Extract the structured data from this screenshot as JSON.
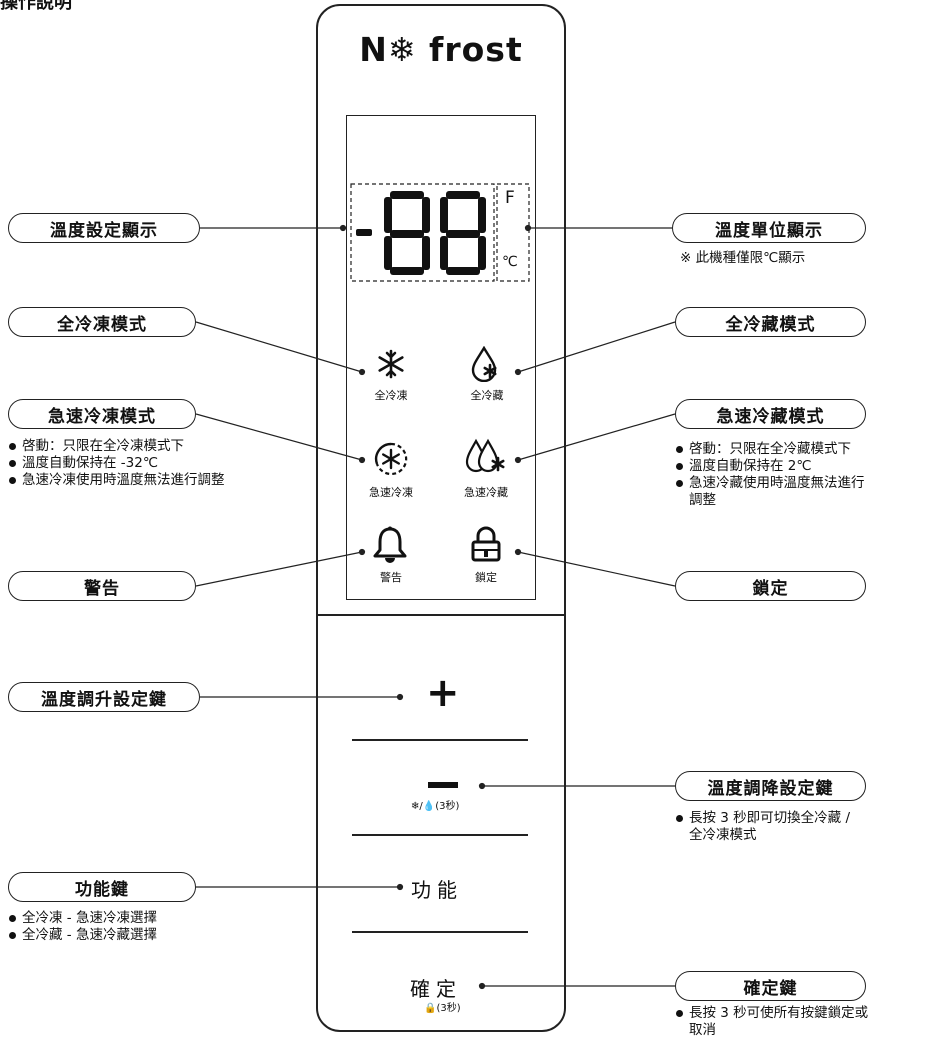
{
  "title": "操作說明",
  "brand": "N❄ frost",
  "display": {
    "digits": "-88",
    "unit_f": "F",
    "unit_c": "℃"
  },
  "icons": {
    "full_freeze": {
      "label": "全冷凍",
      "icon": "snowflake-icon"
    },
    "full_fridge": {
      "label": "全冷藏",
      "icon": "drop-icon"
    },
    "quick_freeze": {
      "label": "急速冷凍",
      "icon": "quick-snowflake-icon"
    },
    "quick_fridge": {
      "label": "急速冷藏",
      "icon": "double-drop-icon"
    },
    "alarm": {
      "label": "警告",
      "icon": "bell-icon"
    },
    "lock": {
      "label": "鎖定",
      "icon": "padlock-icon"
    }
  },
  "buttons": {
    "plus": "+",
    "minus_sub": "❄/💧(3秒)",
    "function": "功能",
    "confirm": "確定",
    "confirm_sub": "🔒(3秒)"
  },
  "callouts": {
    "temp_display": "溫度設定顯示",
    "unit_display": "溫度單位顯示",
    "unit_note": "※ 此機種僅限℃顯示",
    "full_freeze_mode": "全冷凍模式",
    "full_fridge_mode": "全冷藏模式",
    "quick_freeze_mode": "急速冷凍模式",
    "quick_freeze_notes": [
      "啓動：只限在全冷凍模式下",
      "溫度自動保持在 -32℃",
      "急速冷凍使用時溫度無法進行調整"
    ],
    "quick_fridge_mode": "急速冷藏模式",
    "quick_fridge_notes": [
      "啓動：只限在全冷藏模式下",
      "溫度自動保持在 2℃",
      "急速冷藏使用時溫度無法進行",
      "調整"
    ],
    "alarm": "警告",
    "lock": "鎖定",
    "temp_up_key": "溫度調升設定鍵",
    "temp_down_key": "溫度調降設定鍵",
    "temp_down_notes": [
      "長按 3 秒即可切換全冷藏 /",
      "全冷凍模式"
    ],
    "function_key": "功能鍵",
    "function_notes": [
      "全冷凍 - 急速冷凍選擇",
      "全冷藏 - 急速冷藏選擇"
    ],
    "confirm_key": "確定鍵",
    "confirm_notes": [
      "長按 3 秒可使所有按鍵鎖定或",
      "取消"
    ]
  },
  "colors": {
    "ink": "#111111",
    "line": "#222222"
  }
}
